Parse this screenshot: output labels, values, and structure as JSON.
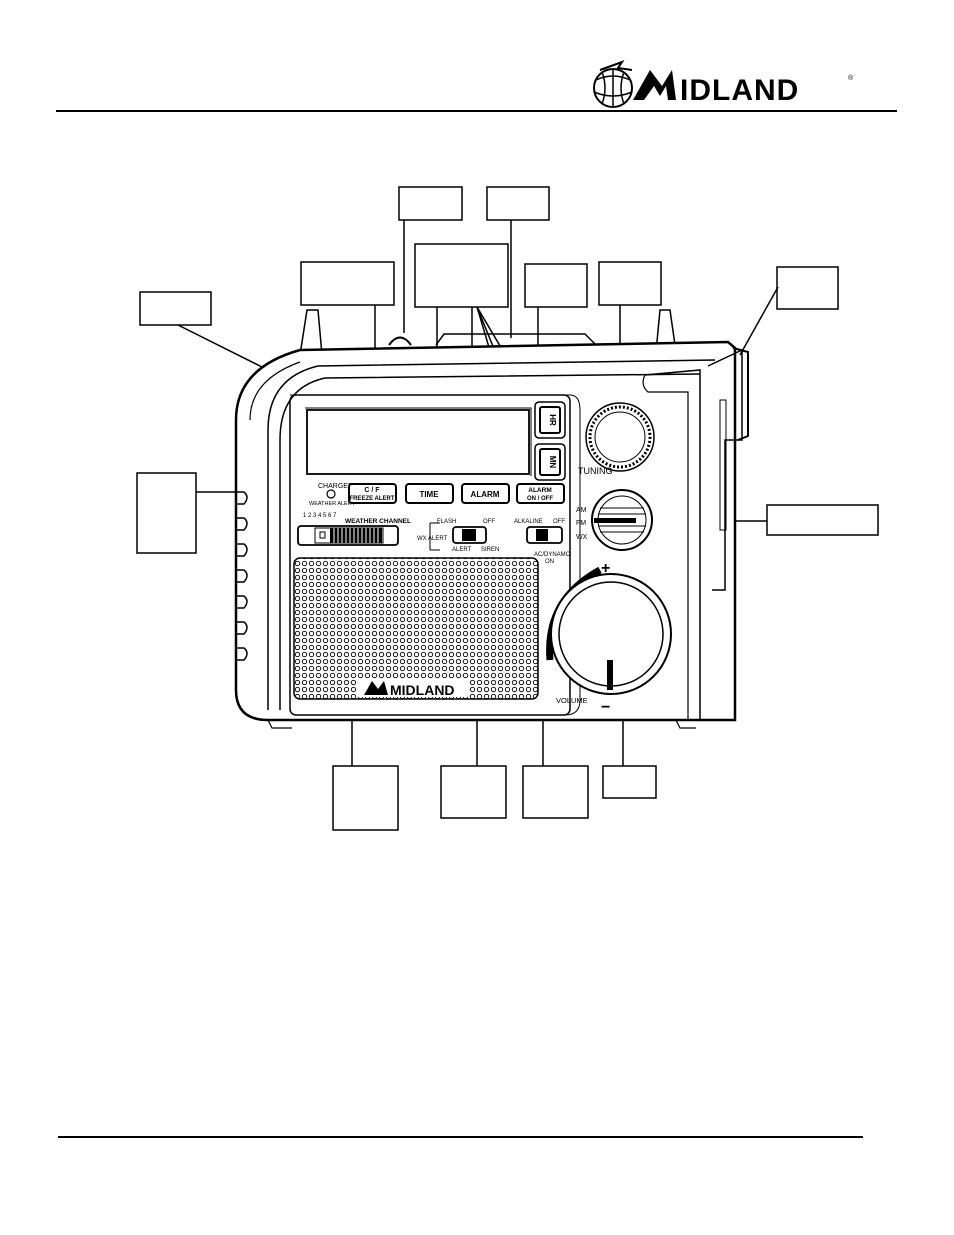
{
  "brand": {
    "name": "MIDLAND",
    "registered": "®"
  },
  "display": {
    "indicator_top": "CHARGER",
    "indicator_bottom": "WEATHER ALERT"
  },
  "buttons": {
    "cf": "C / F",
    "freeze": "FREEZE ALERT",
    "time": "TIME",
    "alarm": "ALARM",
    "alarm_onoff_1": "ALARM",
    "alarm_onoff_2": "ON / OFF",
    "hr": "HR",
    "mn": "MN"
  },
  "tuning": {
    "label": "TUNING"
  },
  "band": {
    "am": "AM",
    "fm": "FM",
    "wx": "WX"
  },
  "weather_channel": {
    "numbers": "1 2 3 4 5 6 7",
    "label": "WEATHER CHANNEL"
  },
  "wx_alert": {
    "label": "WX ALERT",
    "flash": "FLASH",
    "off": "OFF",
    "alert": "ALERT",
    "siren": "SIREN"
  },
  "power": {
    "alkaline": "ALKALINE",
    "off": "OFF",
    "ac_dynamo": "AC/DYNAMO",
    "on": "ON"
  },
  "volume": {
    "label": "VOLUME",
    "plus": "+",
    "minus": "−"
  },
  "speaker_logo": "MIDLAND"
}
